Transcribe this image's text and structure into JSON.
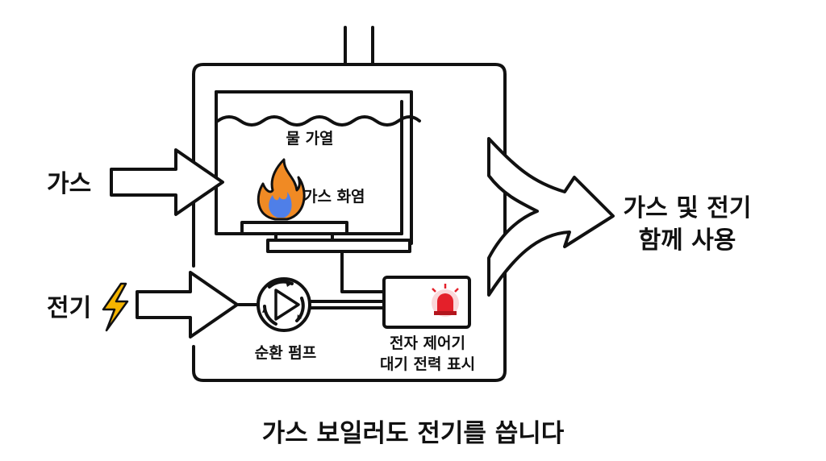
{
  "labels": {
    "gas_input": "가스",
    "electric_input": "전기",
    "water_heating": "물 가열",
    "gas_flame": "가스 화염",
    "circulation_pump": "순환 펌프",
    "controller_line1": "전자 제어기",
    "controller_line2": "대기 전력 표시",
    "output_line1": "가스 및 전기",
    "output_line2": "함께 사용",
    "caption": "가스 보일러도 전기를 씁니다"
  },
  "icons": {
    "gas_arrow": "arrow-right-icon",
    "electric_arrow": "arrow-right-icon",
    "lightning": "lightning-bolt-icon",
    "flame": "flame-icon",
    "pump": "pump-icon",
    "alarm": "alarm-light-icon",
    "merge_arrow": "merge-arrow-icon"
  },
  "colors": {
    "line": "#111111",
    "flame_outer": "#f08a24",
    "flame_inner": "#4f7fe8",
    "lightning": "#f5b400",
    "alarm": "#e4202a"
  }
}
